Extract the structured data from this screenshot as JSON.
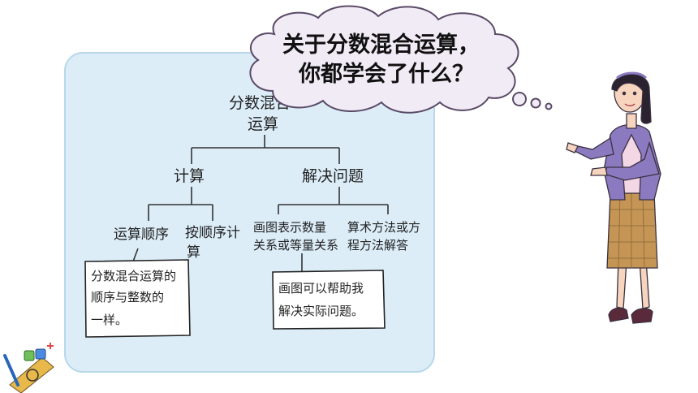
{
  "speech_bubble": {
    "line1": "关于分数混合运算，",
    "line2": "你都学会了什么？"
  },
  "mindmap": {
    "root_line1": "分数混合",
    "root_line2": "运算",
    "branch_calc": "计算",
    "branch_solve": "解决问题",
    "leaf_order": "运算顺序",
    "leaf_by_order_line1": "按顺序计",
    "leaf_by_order_line2": "算",
    "leaf_draw_line1": "画图表示数量",
    "leaf_draw_line2": "关系或等量关系",
    "leaf_method_line1": "算术方法或方",
    "leaf_method_line2": "程方法解答",
    "note_left_line1": "分数混合运算的",
    "note_left_line2": "顺序与整数的",
    "note_left_line3": "一样。",
    "note_right_line1": "画图可以帮助我",
    "note_right_line2": "解决实际问题。"
  },
  "colors": {
    "panel_bg": "#dcedf8",
    "panel_border": "#b8d8ea",
    "bubble_fill": "#f1ebf6",
    "bubble_stroke": "#5a4a66",
    "jacket": "#8b7ac0",
    "skirt": "#c49555",
    "shirt": "#f3d7e5",
    "skin": "#f6d4bd",
    "hair": "#2b2230"
  },
  "icons": {
    "decoration": "math-tools-icon",
    "character": "teacher-illustration"
  }
}
